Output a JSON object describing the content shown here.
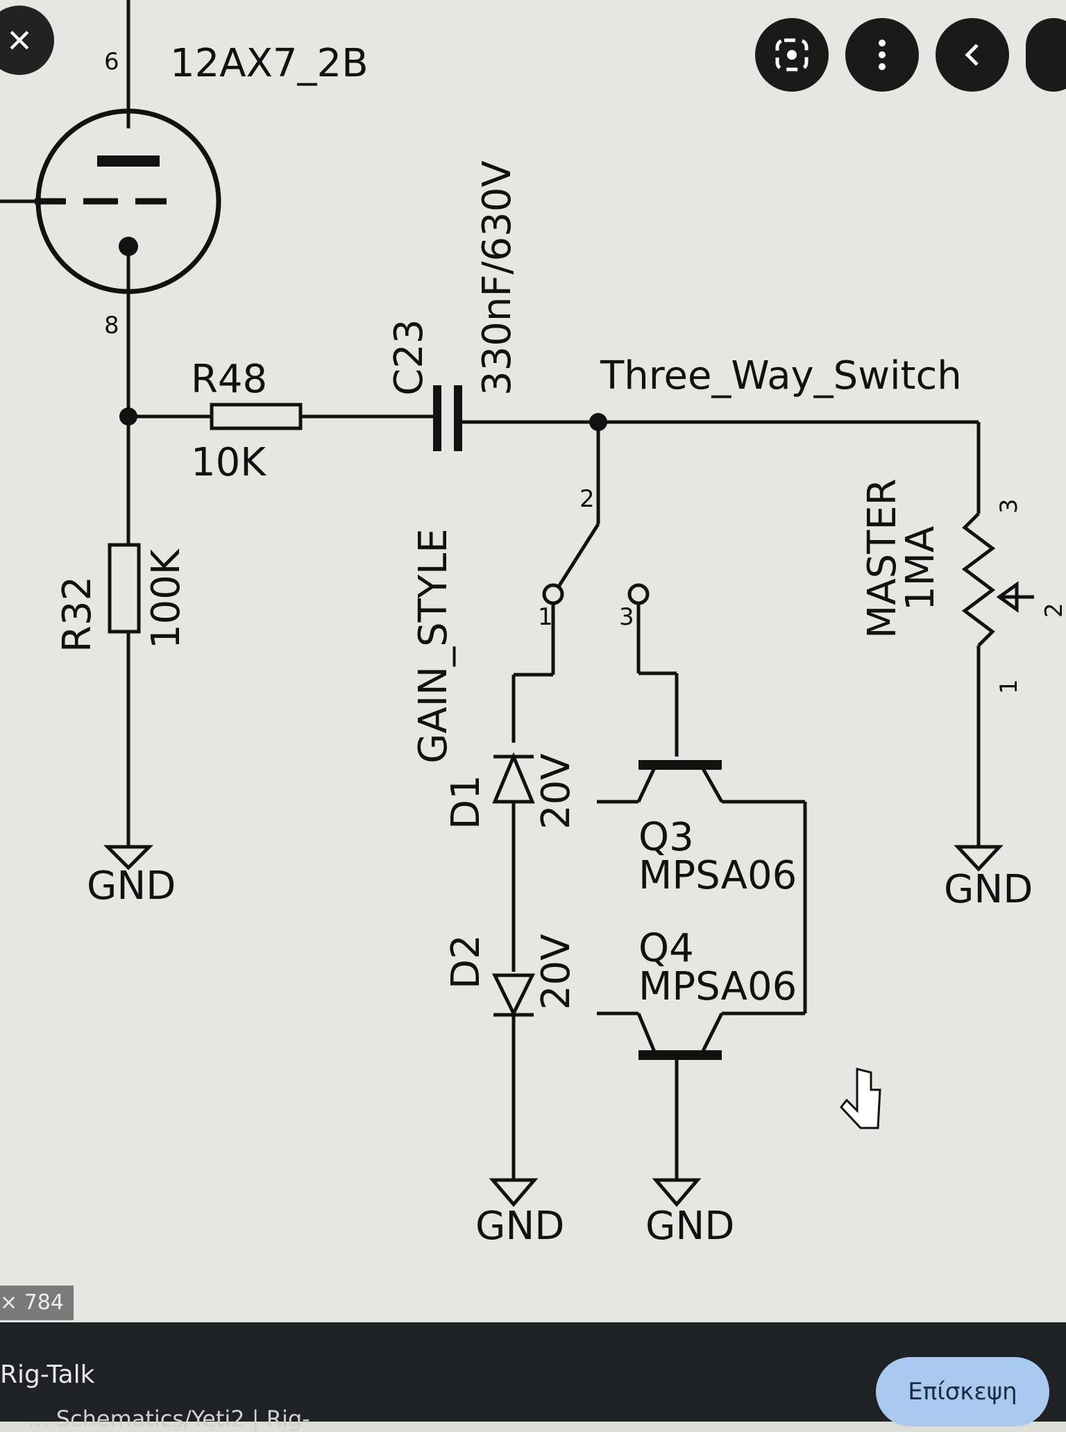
{
  "viewer": {
    "image_size_label": "× 784",
    "site_name": "Rig-Talk",
    "page_title": "... Schematics/Yeti2 | Rig-",
    "visit_label": "Επίσκεψη",
    "icons": [
      "close-icon",
      "lens-icon",
      "more-icon",
      "back-icon"
    ]
  },
  "schematic": {
    "tube": "12AX7_2B",
    "tube_pin_top": "6",
    "tube_pin_bottom": "8",
    "r48_name": "R48",
    "r48_value": "10K",
    "r32_name": "R32",
    "r32_value": "100K",
    "c23_name": "C23",
    "c23_value": "330nF/630V",
    "net_label": "Three_Way_Switch",
    "switch_name": "GAIN_STYLE",
    "switch_pin1": "1",
    "switch_pin2": "2",
    "switch_pin3": "3",
    "d1_name": "D1",
    "d1_value": "20V",
    "d2_name": "D2",
    "d2_value": "20V",
    "q3_name": "Q3",
    "q3_value": "MPSA06",
    "q4_name": "Q4",
    "q4_value": "MPSA06",
    "pot_name": "MASTER",
    "pot_value": "1MA",
    "pot_pin1": "1",
    "pot_pin2": "2",
    "pot_pin3": "3",
    "gnd": "GND"
  }
}
